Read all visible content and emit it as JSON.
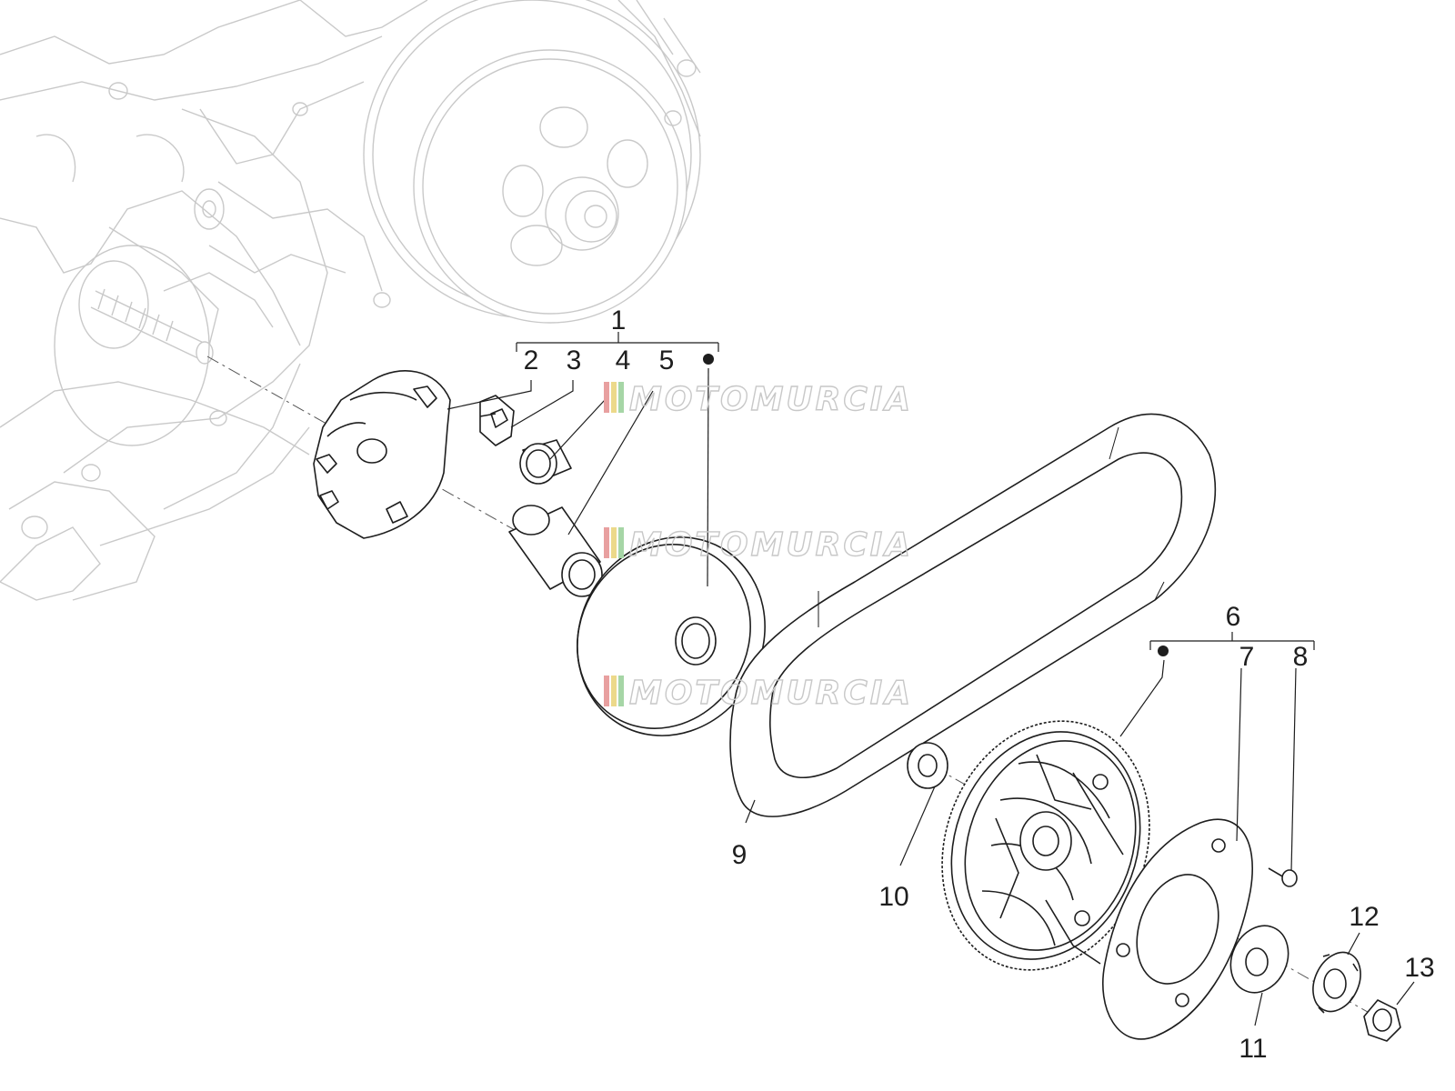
{
  "labels": {
    "l1": "1",
    "l2": "2",
    "l3": "3",
    "l4": "4",
    "l5": "5",
    "l6": "6",
    "l7": "7",
    "l8": "8",
    "l9": "9",
    "l10": "10",
    "l11": "11",
    "l12": "12",
    "l13": "13"
  },
  "watermark": "MOTOMURCIA",
  "colors": {
    "line": "#1e1e1e",
    "ghost_line": "#c9c9c9",
    "watermark": "#c8c8c8",
    "flag_red": "#e8a0a0",
    "flag_yellow": "#ecd98a",
    "flag_green": "#a6d6a6"
  }
}
